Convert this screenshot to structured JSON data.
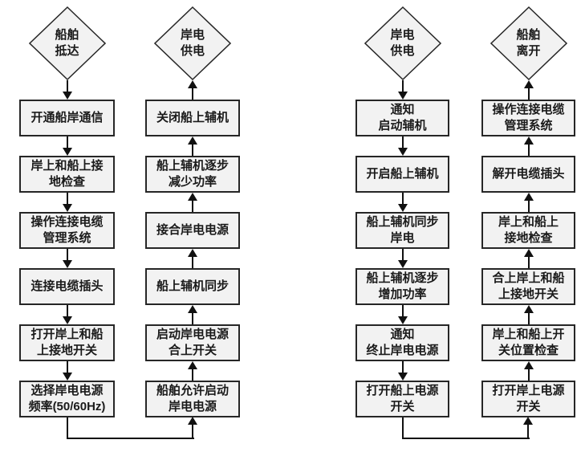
{
  "diagram": {
    "title": "Shore power connection and disconnection procedure flowchart",
    "colors": {
      "background": "#ffffff",
      "node_fill": "#f2f2f2",
      "node_border": "#262626",
      "arrow": "#111111",
      "text": "#1a1a1a"
    },
    "columns": [
      {
        "id": "ship-arrival",
        "direction": "down",
        "terminal": "船舶\n抵达",
        "steps": [
          "开通船岸通信",
          "岸上和船上接\n地检查",
          "操作连接电缆\n管理系统",
          "连接电缆插头",
          "打开岸上和船\n上接地开关",
          "选择岸电电源\n频率(50/60Hz)"
        ]
      },
      {
        "id": "shore-power-start",
        "direction": "up",
        "terminal": "岸电\n供电",
        "steps": [
          "关闭船上辅机",
          "船上辅机逐步\n减少功率",
          "接合岸电电源",
          "船上辅机同步",
          "启动岸电电源\n合上开关",
          "船舶允许启动\n岸电电源"
        ]
      },
      {
        "id": "shore-power-supply",
        "direction": "down",
        "terminal": "岸电\n供电",
        "steps": [
          "通知\n启动辅机",
          "开启船上辅机",
          "船上辅机同步\n岸电",
          "船上辅机逐步\n增加功率",
          "通知\n终止岸电电源",
          "打开船上电源\n开关"
        ]
      },
      {
        "id": "ship-departure",
        "direction": "up",
        "terminal": "船舶\n离开",
        "steps": [
          "操作连接电缆\n管理系统",
          "解开电缆插头",
          "岸上和船上\n接地检查",
          "合上岸上和船\n上接地开关",
          "岸上和船上开\n关位置检查",
          "打开岸上电源\n开关"
        ]
      }
    ]
  }
}
